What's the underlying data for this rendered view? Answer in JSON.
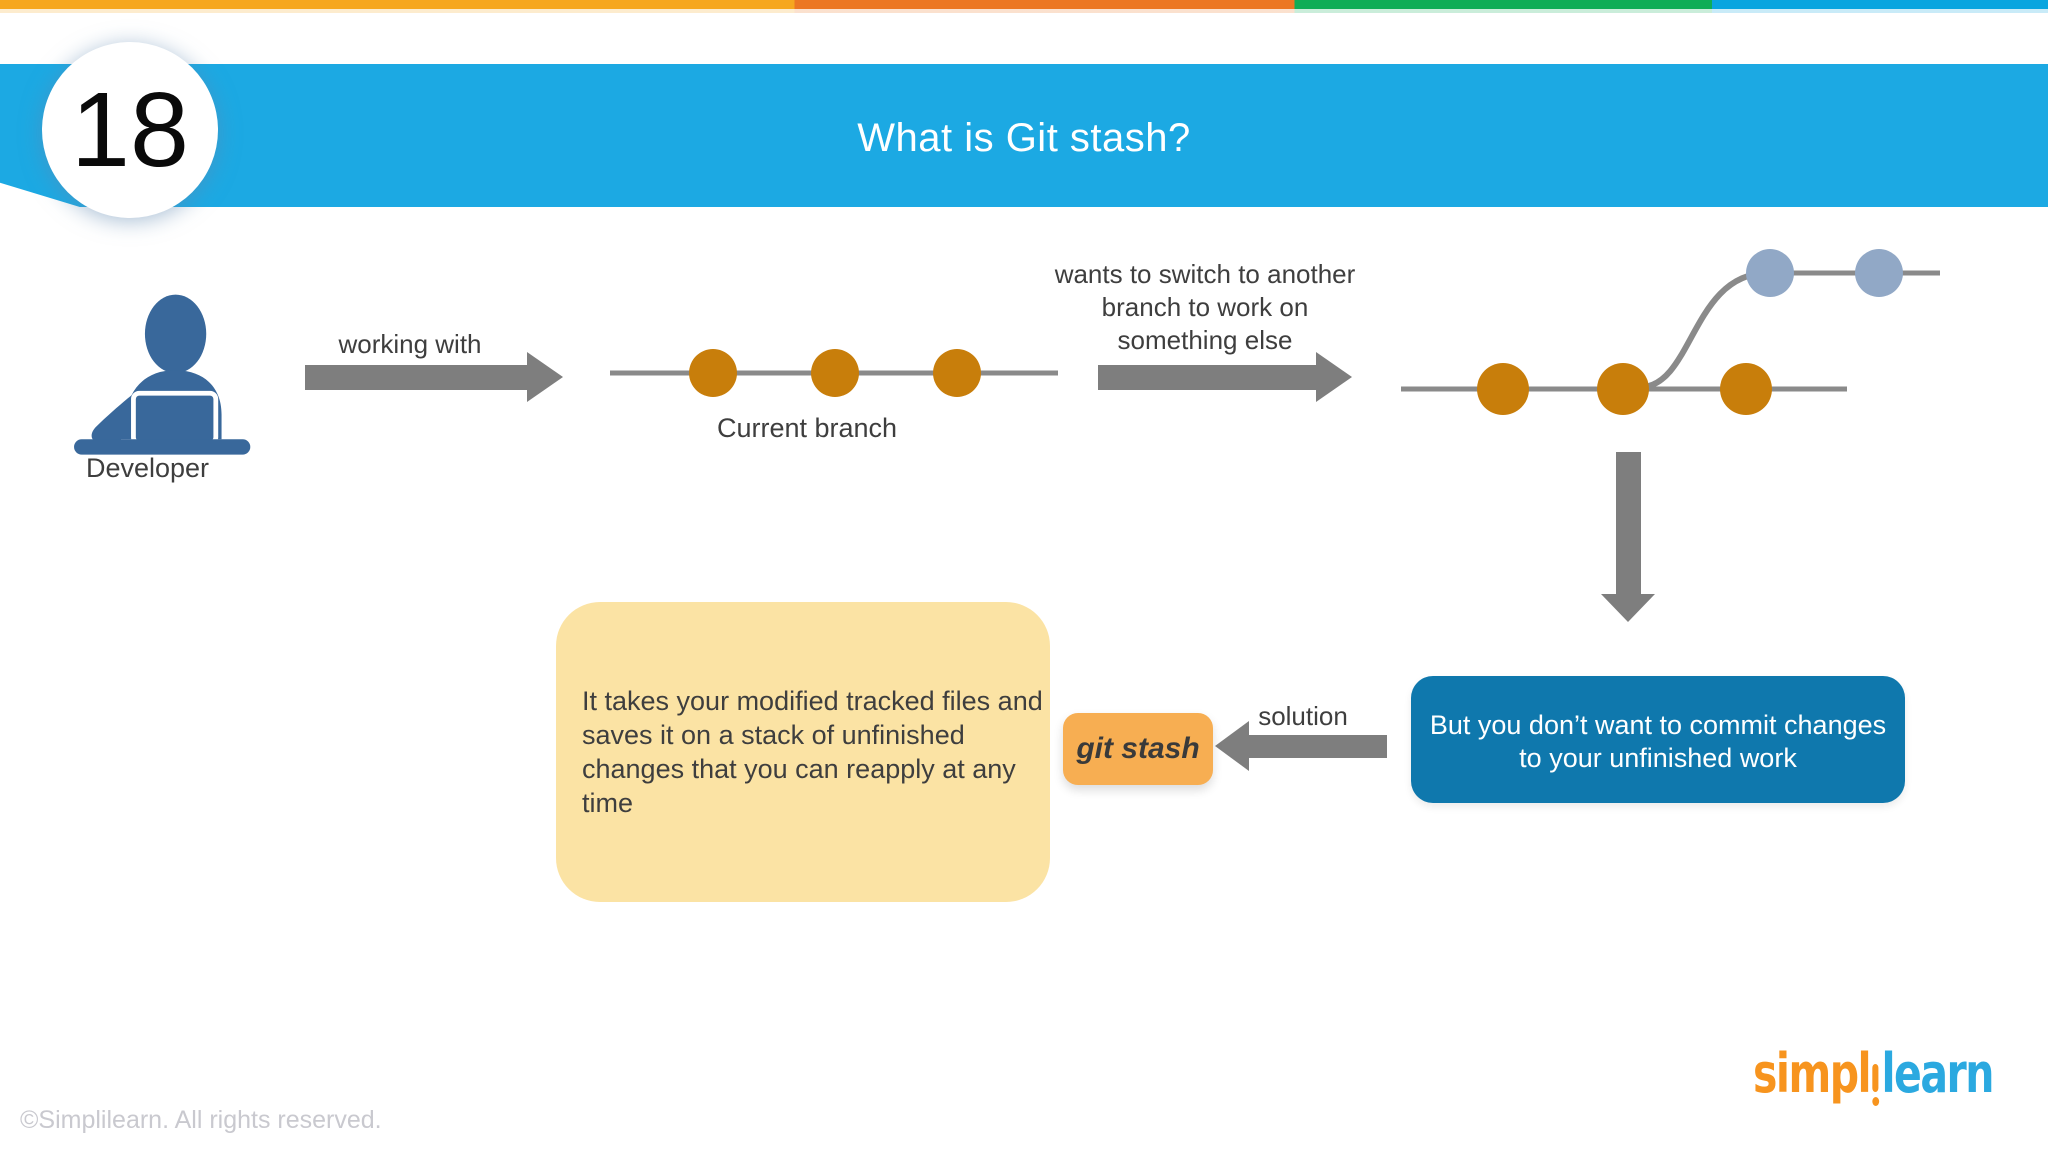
{
  "slide": {
    "number": "18",
    "title": "What is Git stash?",
    "footer_copyright": "©Simplilearn. All rights reserved.",
    "logo": {
      "prefix": "simpl",
      "suffix": "learn"
    }
  },
  "top_strip_colors": [
    "#F6A71F",
    "#EC7723",
    "#0FAD56",
    "#09A5DF"
  ],
  "flow": {
    "developer_label": "Developer",
    "working_with_label": "working with",
    "current_branch_label": "Current branch",
    "switch_lines": [
      "wants to switch to another",
      "branch to work on",
      "something else"
    ],
    "commit_warning_lines": [
      "But you don’t want to commit changes",
      "to your unfinished work"
    ],
    "solution_label": "solution",
    "git_stash_label": "git stash",
    "stash_description_lines": [
      "It takes your modified tracked files and",
      "saves it on a stack of unfinished",
      "changes that you can reapply at any",
      "time"
    ]
  },
  "colors": {
    "banner_blue": "#1CA9E3",
    "commit_orange": "#C87E0B",
    "stash_commit_gray_blue": "#91A8C6",
    "arrow_gray": "#7E7E7E",
    "branch_line_gray": "#8A8A8A",
    "info_box_blue": "#0F78AD",
    "note_box_yellow": "#FBE3A4",
    "stash_badge_orange": "#F7AE52",
    "developer_icon_blue": "#39689B",
    "logo_orange": "#F7941E",
    "logo_blue": "#2BA9E0"
  }
}
